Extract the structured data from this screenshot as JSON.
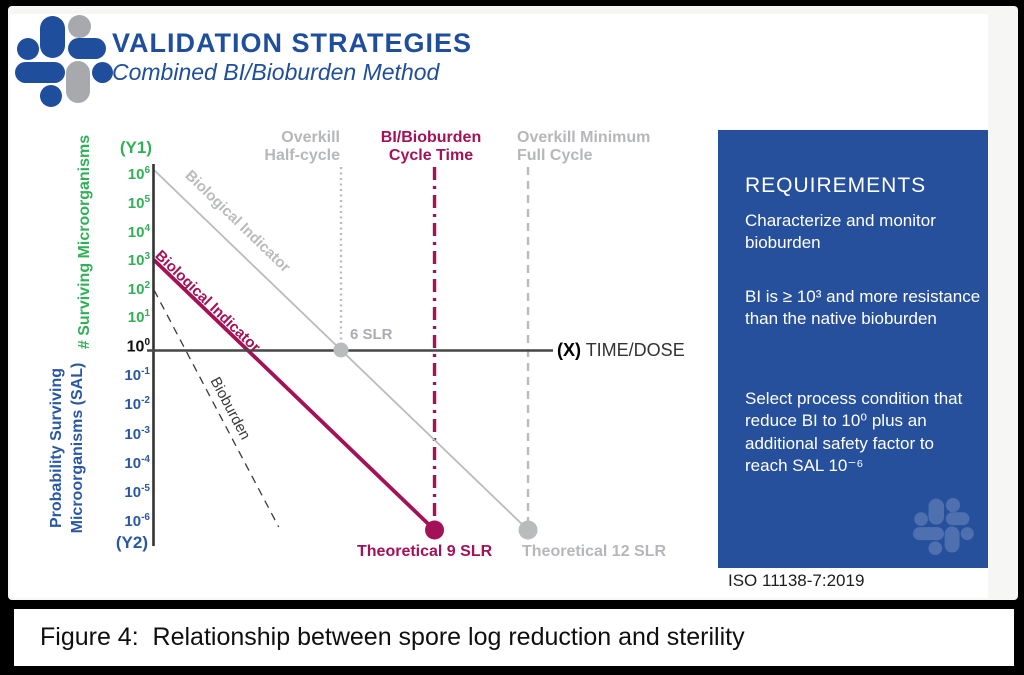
{
  "brand": {
    "title": "VALIDATION STRATEGIES",
    "subtitle": "Combined BI/Bioburden Method",
    "colors": {
      "blue": "#1f4e9c",
      "gray": "#a7a9ac"
    }
  },
  "chart": {
    "y1_bracket": "(Y1)",
    "y2_bracket": "(Y2)",
    "y1_title": "# Surviving Microorganisms",
    "y2_title_line1": "Probability Surviving",
    "y2_title_line2": "Microorganisms (SAL)",
    "x_label_bold": "(X)",
    "x_label_text": "TIME/DOSE",
    "guide_half_line1": "Overkill",
    "guide_half_line2": "Half-cycle",
    "guide_bi_line1": "BI/Bioburden",
    "guide_bi_line2": "Cycle Time",
    "guide_full_line1": "Overkill Minimum",
    "guide_full_line2": "Full Cycle",
    "line_label_bi_overkill": "Biological Indicator",
    "line_label_bi_combined": "Biological Indicator",
    "line_label_bioburden": "Bioburden",
    "marker_6slr": "6 SLR",
    "annotation_9slr": "Theoretical 9 SLR",
    "annotation_12slr": "Theoretical 12 SLR",
    "colors": {
      "green": "#31b057",
      "blue": "#2a57a5",
      "crimson": "#a31157",
      "gray": "#b9bbbd",
      "axis": "#3c3c3c"
    }
  },
  "chart_data": {
    "type": "line",
    "title": "Relationship between spore log reduction and sterility",
    "xlabel": "(X) TIME/DOSE",
    "ylabel_y1": "# Surviving Microorganisms",
    "ylabel_y2": "Probability Surviving Microorganisms (SAL)",
    "y_scale": "log10",
    "y_tick_exponents": [
      6,
      5,
      4,
      3,
      2,
      1,
      0,
      -1,
      -2,
      -3,
      -4,
      -5,
      -6
    ],
    "x_unit": "spore log reductions (SLR)",
    "series": [
      {
        "name": "Biological Indicator (overkill)",
        "color": "#b9bbbd",
        "width": 1.8,
        "style": "solid",
        "points_log10": [
          [
            0,
            6
          ],
          [
            12,
            -6
          ]
        ]
      },
      {
        "name": "Biological Indicator (combined BI/bioburden)",
        "color": "#a31157",
        "width": 3.8,
        "style": "solid",
        "points_log10": [
          [
            0,
            3
          ],
          [
            9,
            -6
          ]
        ]
      },
      {
        "name": "Bioburden",
        "color": "#3a3a3a",
        "width": 1.3,
        "style": "dashed",
        "points_log10": [
          [
            0,
            2
          ],
          [
            4,
            -5.9
          ]
        ]
      }
    ],
    "vertical_guides": [
      {
        "label": "Overkill Half-cycle",
        "x_slr": 6,
        "top_exp": 6.1,
        "bottom_exp": 0,
        "style": "dotted",
        "color": "#b9bbbd",
        "width": 2.4
      },
      {
        "label": "BI/Bioburden Cycle Time",
        "x_slr": 9,
        "top_exp": 6.1,
        "bottom_exp": -6,
        "style": "dashdot",
        "color": "#a31157",
        "width": 3.4
      },
      {
        "label": "Overkill Minimum Full Cycle",
        "x_slr": 12,
        "top_exp": 6.1,
        "bottom_exp": -6,
        "style": "dashed",
        "color": "#b9bbbd",
        "width": 2.4
      }
    ],
    "markers": [
      {
        "x_slr": 6,
        "exp": 0,
        "r": 7.5,
        "color": "#b9bbbd",
        "label": "6 SLR"
      },
      {
        "x_slr": 9,
        "exp": -6,
        "r": 9.5,
        "color": "#a31157",
        "label": "Theoretical 9 SLR"
      },
      {
        "x_slr": 12,
        "exp": -6,
        "r": 9.5,
        "color": "#b9bbbd",
        "label": "Theoretical 12 SLR"
      }
    ]
  },
  "requirements_panel": {
    "title": "REQUIREMENTS",
    "bg": "#27509c",
    "items": [
      "Characterize and monitor bioburden",
      "BI is ≥ 10³ and more resistance than the native bioburden",
      "Select process condition that reduce BI to 10⁰ plus an additional safety factor to reach SAL 10⁻⁶"
    ]
  },
  "reference": "ISO 11138-7:2019",
  "caption": "Figure 4:  Relationship between spore log reduction and sterility"
}
